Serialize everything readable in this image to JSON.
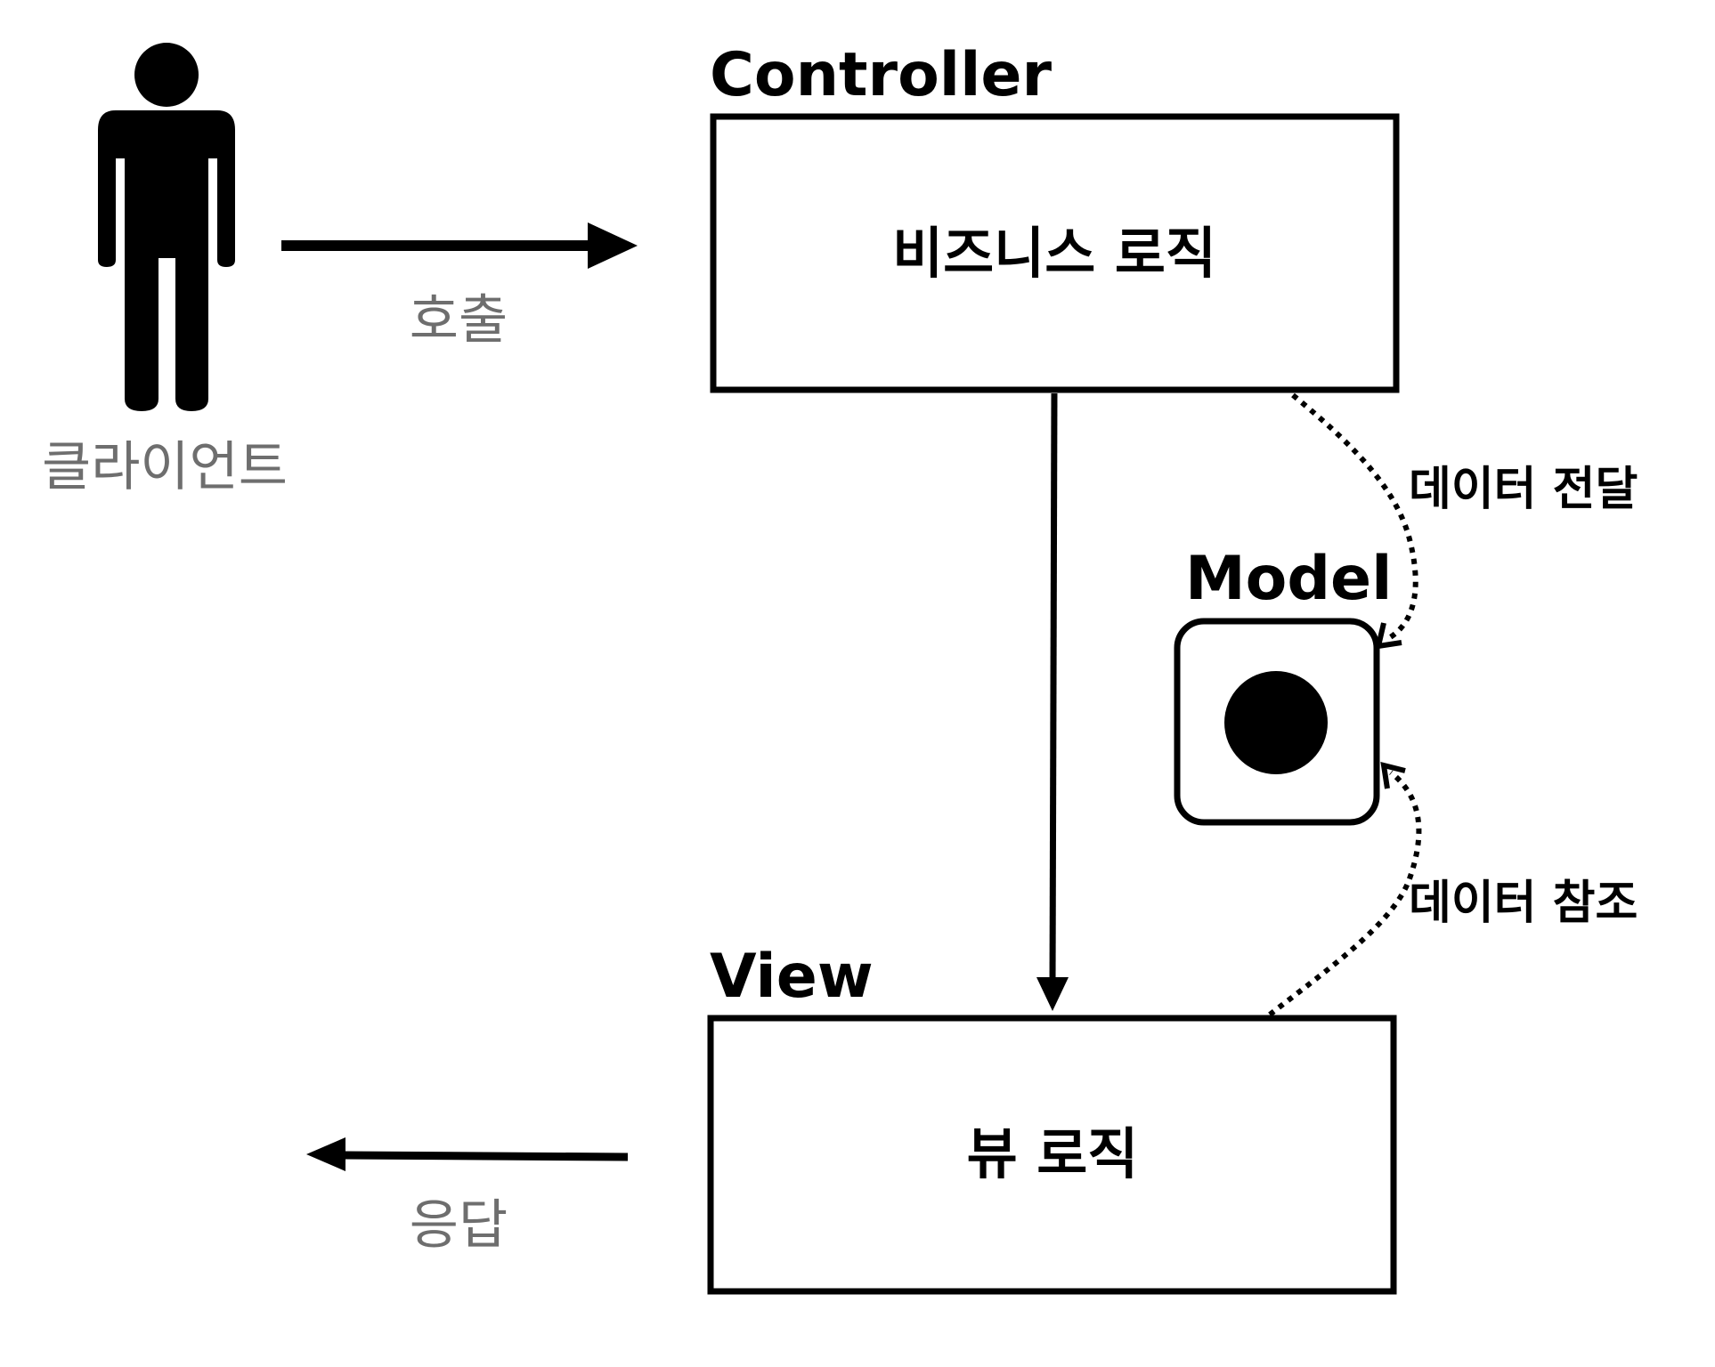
{
  "actor": {
    "label": "클라이언트"
  },
  "arrows": {
    "request_label": "호출",
    "response_label": "응답"
  },
  "controller": {
    "title": "Controller",
    "content": "비즈니스 로직"
  },
  "view": {
    "title": "View",
    "content": "뷰 로직"
  },
  "model": {
    "title": "Model"
  },
  "relations": {
    "pass_label": "데이터 전달",
    "reference_label": "데이터 참조"
  },
  "colors": {
    "stroke": "#000000",
    "muted_text": "#6e6e6e",
    "background": "#ffffff"
  }
}
